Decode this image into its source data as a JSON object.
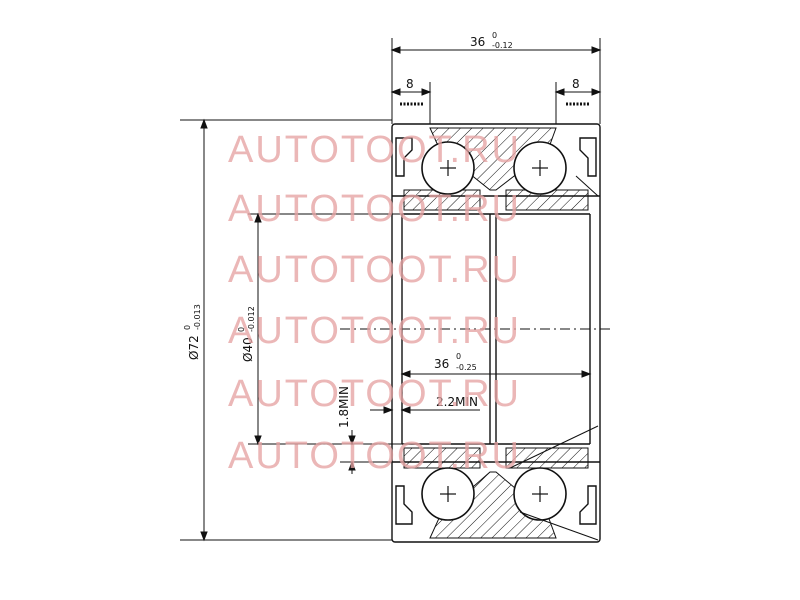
{
  "drawing": {
    "outer_width": {
      "base": "36",
      "upper": "0",
      "lower": "-0.12"
    },
    "inner_width": {
      "base": "36",
      "upper": "0",
      "lower": "-0.25"
    },
    "left_seal_width": "8",
    "right_seal_width": "8",
    "outer_diameter": {
      "base": "Ø72",
      "upper": "0",
      "lower": "-0.013"
    },
    "bore_diameter": {
      "base": "Ø40",
      "upper": "0",
      "lower": "-0.012"
    },
    "chamfer_radial": "1.8MIN",
    "chamfer_axial": "2.2MIN"
  },
  "watermark": {
    "text": "AUTOTOOT.RU",
    "color": "#e6a3a3"
  },
  "colors": {
    "line": "#111111",
    "watermark": "#e6a3a3"
  }
}
